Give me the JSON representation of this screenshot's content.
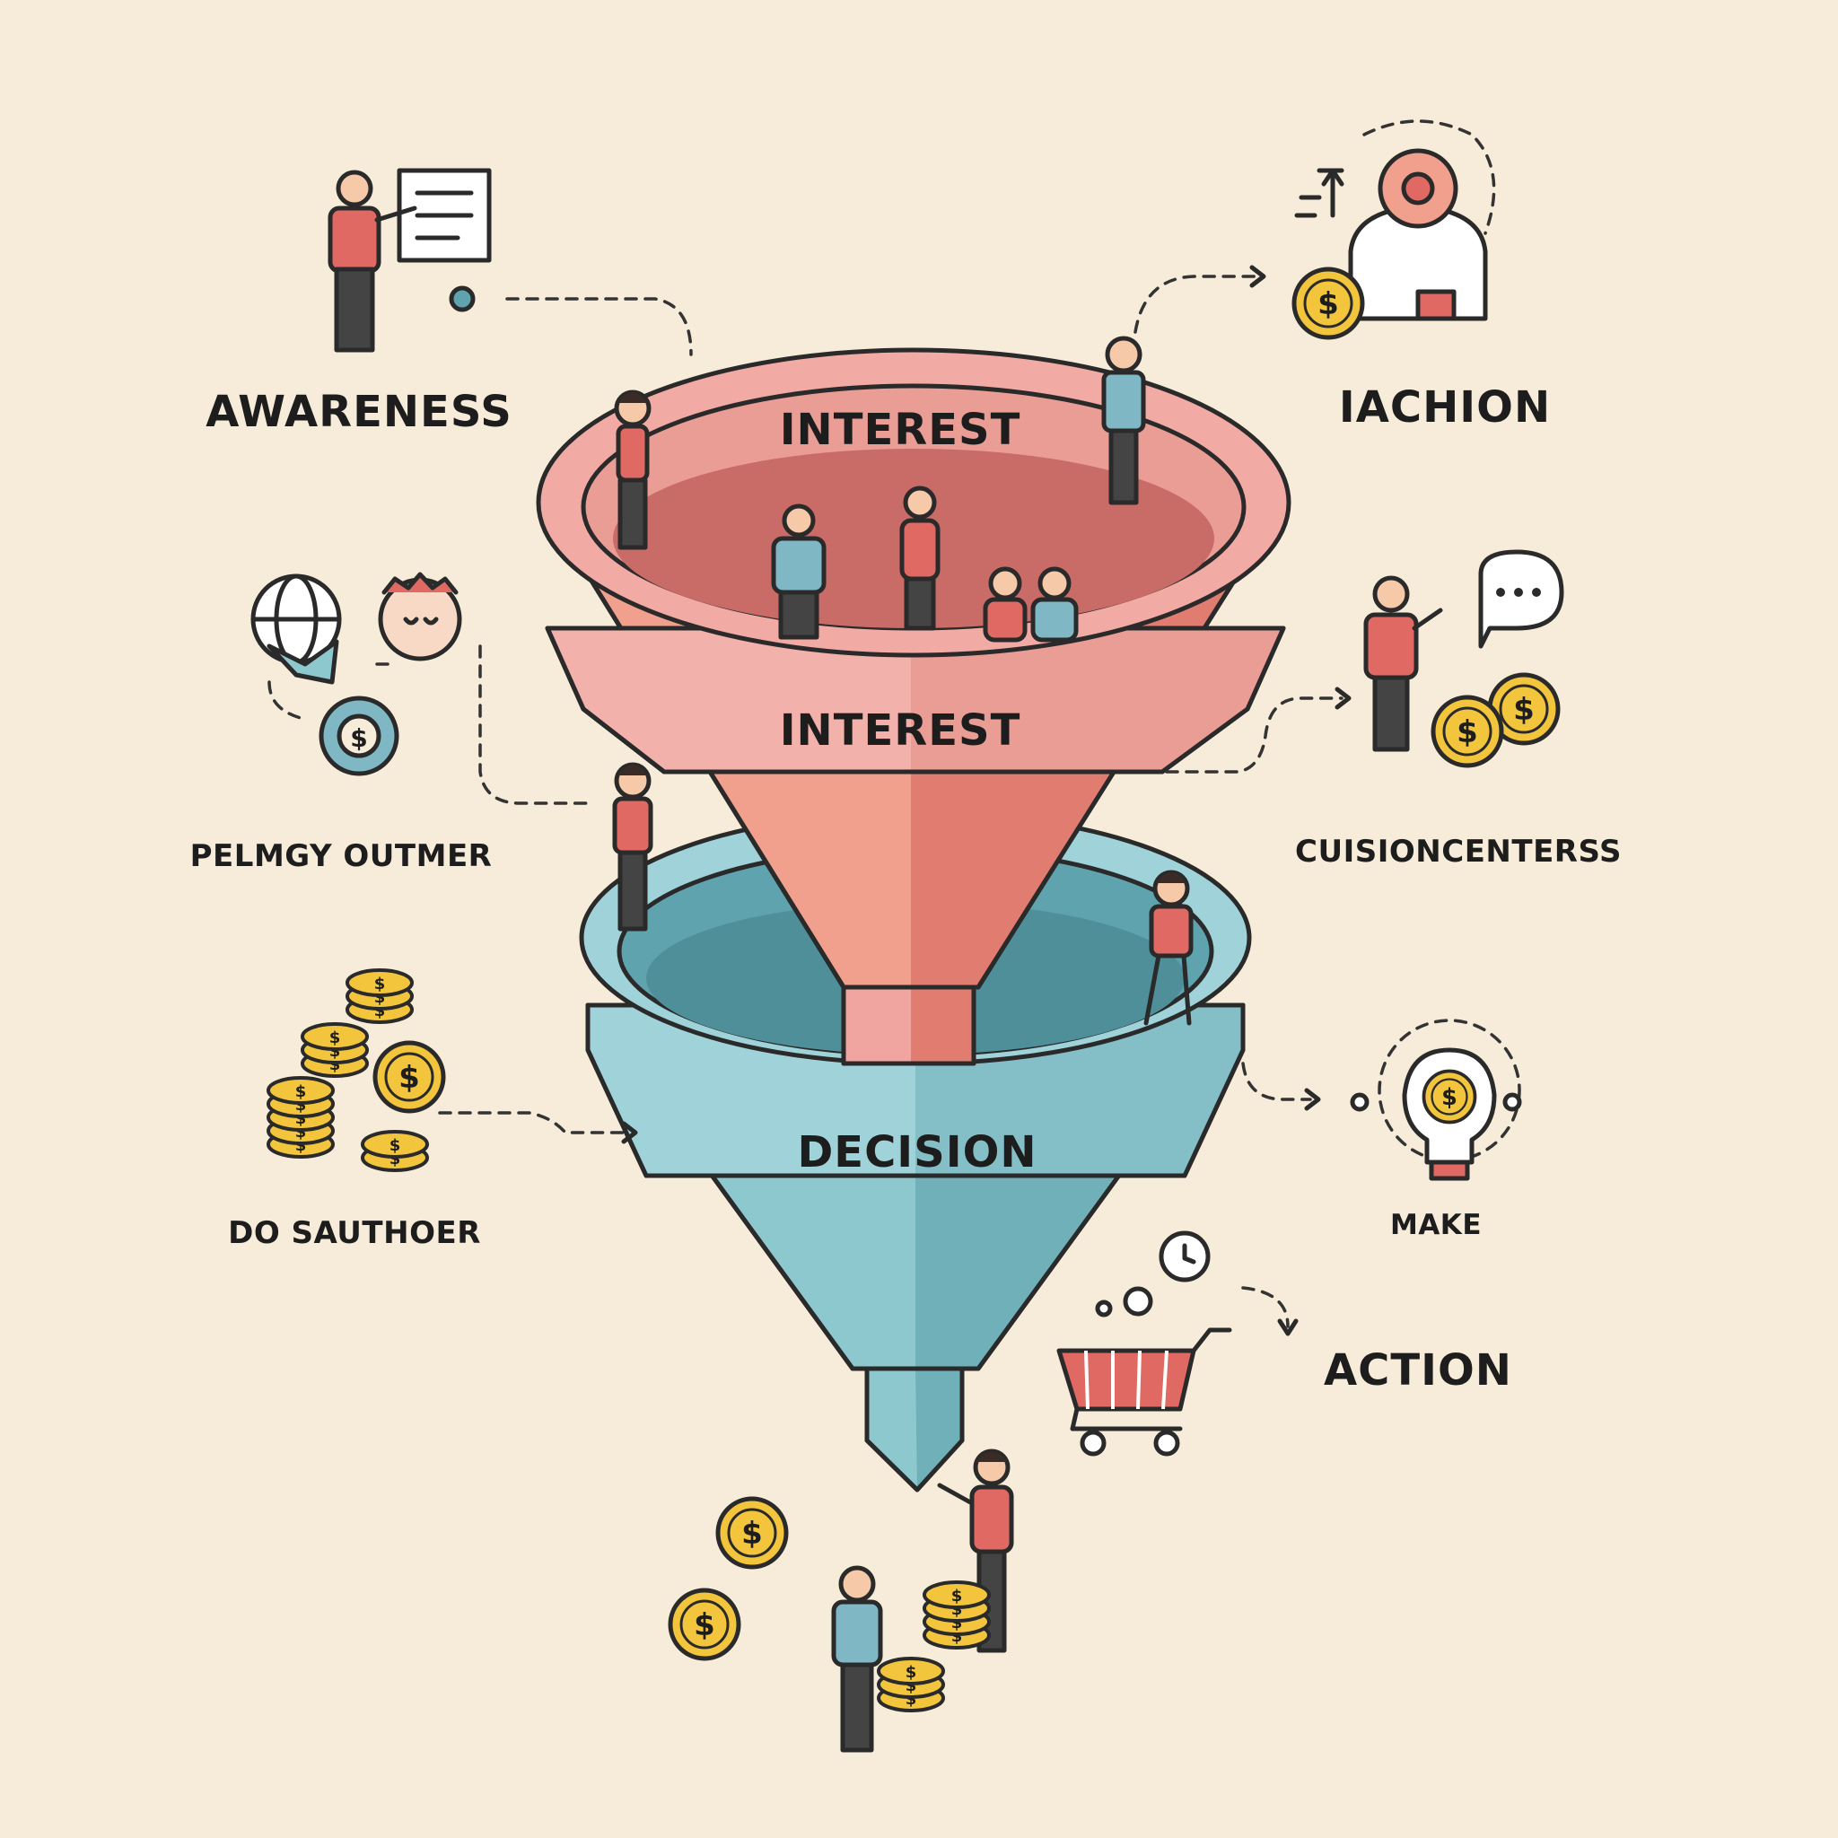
{
  "funnel": {
    "upper_rim_label": "INTEREST",
    "upper_band_label": "INTEREST",
    "lower_band_label": "DECISION"
  },
  "left_labels": {
    "awareness": "AWARENESS",
    "pelmgy": "PELMGY OUTMER",
    "do_sauthoer": "DO SAUTHOER"
  },
  "right_labels": {
    "iachion": "IACHION",
    "cuisioncenterss": "CUISIONCENTERSS",
    "make": "MAKE",
    "action": "ACTION"
  },
  "colors": {
    "background": "#f6ecd9",
    "funnel_top": "#f0a5a0",
    "funnel_top_dark": "#e07c70",
    "funnel_bottom": "#8ec8cf",
    "funnel_bottom_dark": "#5fa3ae",
    "coin": "#f2c53d",
    "accent_red": "#e06a63",
    "accent_blue": "#7fb7c4"
  },
  "icons": {
    "awareness": "presenter-with-board-icon",
    "iachion": "target-person-with-coin-icon",
    "pelmgy": "globe-face-gear-icon",
    "cuisioncenterss": "person-speech-bubble-coins-icon",
    "do_sauthoer": "coin-stacks-icon",
    "make": "lightbulb-dollar-icon",
    "action": "shopping-cart-icon"
  }
}
